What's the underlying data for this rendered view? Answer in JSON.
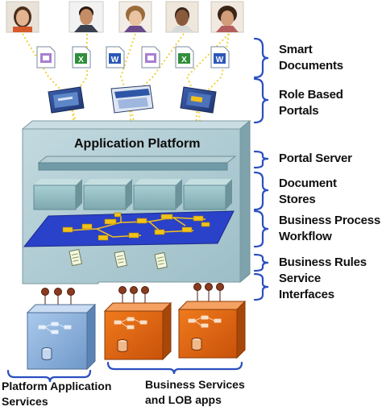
{
  "platform": {
    "title": "Application Platform"
  },
  "layers": [
    {
      "line1": "Smart",
      "line2": "Documents"
    },
    {
      "line1": "Role Based",
      "line2": "Portals"
    },
    {
      "line1": "Portal Server",
      "line2": ""
    },
    {
      "line1": "Document",
      "line2": "Stores"
    },
    {
      "line1": "Business Process",
      "line2": "Workflow"
    },
    {
      "line1": "Business Rules",
      "line2": ""
    },
    {
      "line1": "Service",
      "line2": "Interfaces"
    }
  ],
  "bottom": {
    "platform_services": {
      "line1": "Platform Application",
      "line2": "Services"
    },
    "business_services": {
      "line1": "Business Services",
      "line2": "and LOB apps"
    }
  },
  "colors": {
    "platform_face": "#a9c7cf",
    "platform_side": "#7ea3ad",
    "store_face": "#8fb9bf",
    "workflow_blue": "#2a41c9",
    "workflow_node": "#f2c21a",
    "service_orange": "#e4660f",
    "service_blue": "#8fb4de",
    "bracket_blue": "#2b4fbf",
    "dotted_yellow": "#f1d23a",
    "knob_brown": "#8a3b1f"
  },
  "icons": [
    "person-photo-icon",
    "word-document-icon",
    "excel-document-icon",
    "infopath-document-icon",
    "portal-screen-icon",
    "database-cylinder-icon"
  ]
}
